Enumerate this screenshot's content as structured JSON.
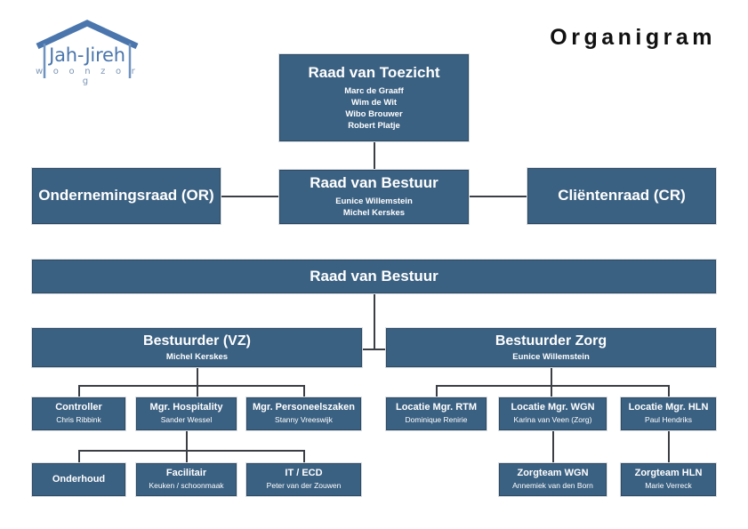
{
  "page": {
    "title": "Organigram",
    "logo": {
      "name": "Jah-Jireh",
      "tagline": "w o o n z o r g",
      "icon": "house-roof-icon"
    },
    "accent_color": "#3b6182",
    "line_color": "#3b3f45",
    "logo_color": "#4a76ad"
  },
  "nodes": {
    "raad_van_toezicht": {
      "title": "Raad van Toezicht",
      "members": "Marc de Graaff\nWim de Wit\nWibo Brouwer\nRobert Platje"
    },
    "ondernemingsraad": {
      "title": "Ondernemingsraad (OR)",
      "members": ""
    },
    "raad_van_bestuur_top": {
      "title": "Raad van Bestuur",
      "members": "Eunice Willemstein\nMichel Kerskes"
    },
    "clientenraad": {
      "title": "Cliëntenraad (CR)",
      "members": ""
    },
    "raad_van_bestuur_bar": {
      "title": "Raad van Bestuur",
      "members": ""
    },
    "bestuurder_vz": {
      "title": "Bestuurder (VZ)",
      "members": "Michel Kerskes"
    },
    "bestuurder_zorg": {
      "title": "Bestuurder Zorg",
      "members": "Eunice Willemstein"
    },
    "controller": {
      "title": "Controller",
      "members": "Chris Ribbink"
    },
    "mgr_hospitality": {
      "title": "Mgr. Hospitality",
      "members": "Sander Wessel"
    },
    "mgr_personeelszaken": {
      "title": "Mgr. Personeelszaken",
      "members": "Stanny Vreeswijk"
    },
    "locatie_mgr_rtm": {
      "title": "Locatie Mgr. RTM",
      "members": "Dominique Renirie"
    },
    "locatie_mgr_wgn": {
      "title": "Locatie Mgr. WGN",
      "members": "Karina van Veen (Zorg)"
    },
    "locatie_mgr_hln": {
      "title": "Locatie Mgr. HLN",
      "members": "Paul Hendriks"
    },
    "onderhoud": {
      "title": "Onderhoud",
      "members": ""
    },
    "facilitair": {
      "title": "Facilitair",
      "members": "Keuken / schoonmaak"
    },
    "it_ecd": {
      "title": "IT / ECD",
      "members": "Peter van der Zouwen"
    },
    "zorgteam_wgn": {
      "title": "Zorgteam WGN",
      "members": "Annemiek van den Born"
    },
    "zorgteam_hln": {
      "title": "Zorgteam HLN",
      "members": "Marie Verreck"
    }
  }
}
